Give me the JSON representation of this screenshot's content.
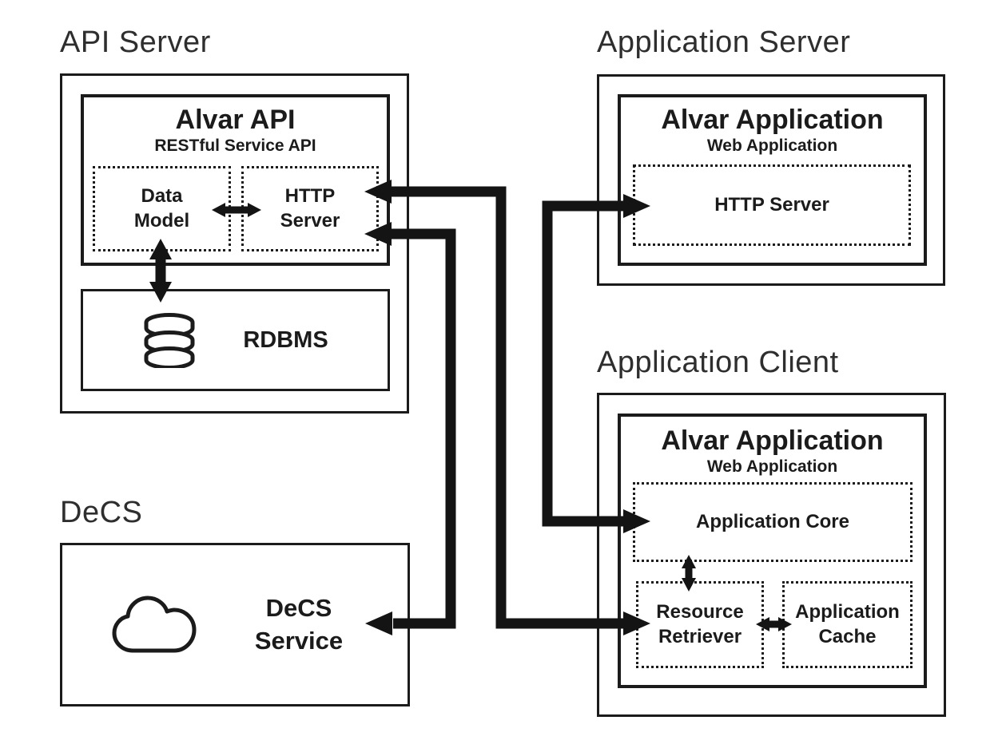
{
  "colors": {
    "background": "#ffffff",
    "ink": "#1b1b1b"
  },
  "sections": {
    "api_server": {
      "label": "API Server",
      "module": {
        "title": "Alvar API",
        "subtitle": "RESTful Service API",
        "components": {
          "data_model": "Data Model",
          "http_server": "HTTP Server"
        }
      },
      "rdbms": {
        "label": "RDBMS",
        "icon": "database-icon"
      }
    },
    "decs": {
      "label": "DeCS",
      "service": {
        "label": "DeCS Service",
        "icon": "cloud-icon"
      }
    },
    "application_server": {
      "label": "Application Server",
      "module": {
        "title": "Alvar Application",
        "subtitle": "Web Application",
        "components": {
          "http_server": "HTTP Server"
        }
      }
    },
    "application_client": {
      "label": "Application Client",
      "module": {
        "title": "Alvar Application",
        "subtitle": "Web Application",
        "components": {
          "application_core": "Application Core",
          "resource_retriever": "Resource Retriever",
          "application_cache": "Application Cache"
        }
      }
    }
  },
  "connections": {
    "api_http_to_resource_retriever": "HTTP Server (API) <-> Resource Retriever",
    "api_http_to_decs_service": "HTTP Server (API) <-> DeCS Service",
    "app_http_to_application_core": "HTTP Server (App) <-> Application Core",
    "data_model_to_http_server": "Data Model <-> HTTP Server",
    "data_model_to_rdbms": "Data Model <-> RDBMS",
    "core_to_resource_retriever": "Application Core <-> Resource Retriever",
    "resource_retriever_to_cache": "Resource Retriever <-> Application Cache"
  }
}
